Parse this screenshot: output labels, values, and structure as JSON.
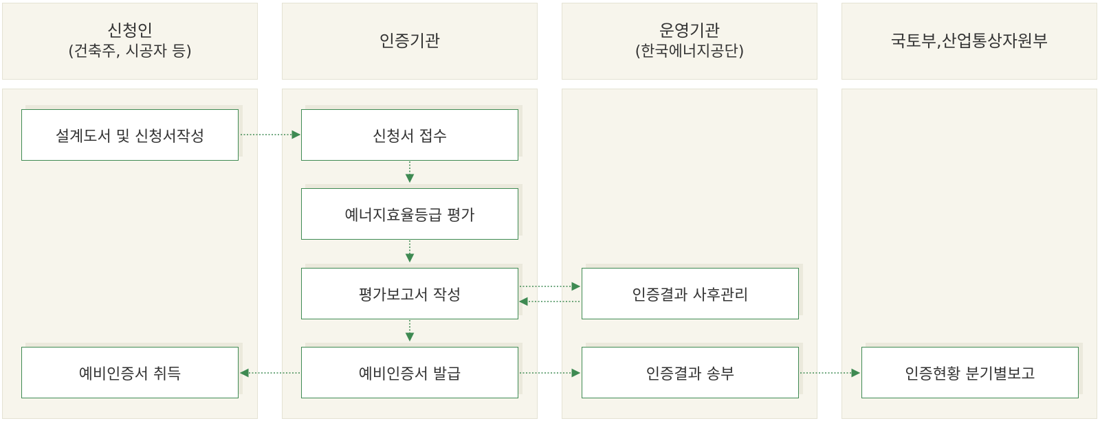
{
  "lanes": [
    {
      "title": "신청인",
      "subtitle": "(건축주, 시공자 등)"
    },
    {
      "title": "인증기관",
      "subtitle": ""
    },
    {
      "title": "운영기관",
      "subtitle": "(한국에너지공단)"
    },
    {
      "title": "국토부,산업통상자원부",
      "subtitle": ""
    }
  ],
  "steps": {
    "design_docs": "설계도서 및 신청서작성",
    "app_receipt": "신청서 접수",
    "energy_eval": "예너지효율등급 평가",
    "report_write": "평가보고서 작성",
    "post_mgmt": "인증결과 사후관리",
    "prelim_acquire": "예비인증서 취득",
    "prelim_issue": "예비인증서 발급",
    "result_send": "인증결과 송부",
    "quarterly_report": "인증현황 분기별보고"
  },
  "colors": {
    "accent": "#3e8a52",
    "lane_bg": "#f7f5ec",
    "lane_border": "#e4e2d3"
  }
}
